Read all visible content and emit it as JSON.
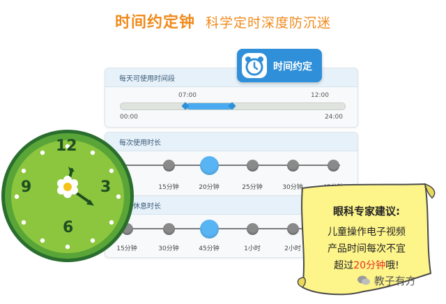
{
  "header": {
    "title": "时间约定钟",
    "subtitle": "科学定时深度防沉迷"
  },
  "tab": {
    "label": "时间约定"
  },
  "daily_period": {
    "title": "每天可使用时间段",
    "range_start_label": "07:00",
    "range_end_label": "12:00",
    "min_label": "00:00",
    "max_label": "24:00",
    "range_start_fraction": 0.2917,
    "range_end_fraction": 0.5
  },
  "single_use": {
    "title": "每次使用时长",
    "options": [
      "15分钟",
      "20分钟",
      "25分钟",
      "30分钟",
      "45分钟"
    ],
    "selected": "20分钟"
  },
  "rest": {
    "title": "每次休息时长",
    "options": [
      "15分钟",
      "30分钟",
      "45分钟",
      "1小时",
      "2小时"
    ],
    "selected": "45分钟"
  },
  "clock": {
    "numbers": [
      "12",
      "3",
      "6",
      "9"
    ]
  },
  "note": {
    "title": "眼科专家建议:",
    "line1": "儿童操作电子视频",
    "line2": "产品时间每次不宜",
    "line3_pre": "超过",
    "line3_highlight": "20分钟",
    "line3_post": "哦!"
  },
  "watermark": "教子有方",
  "colors": {
    "accent_orange": "#f08a1c",
    "slider_blue": "#4aaaf0",
    "clock_green": "#8cc63e",
    "note_yellow": "#fdf48a",
    "highlight_red": "#e8321e"
  }
}
